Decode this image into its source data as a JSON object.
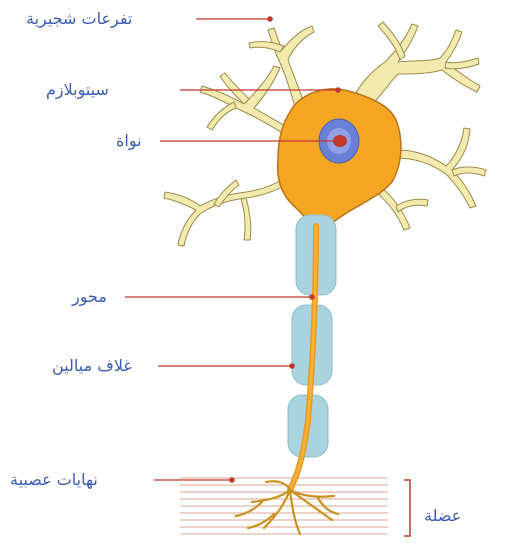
{
  "labels": {
    "dendrites": "تفرعات شجيرية",
    "cytoplasm": "سيتوبلازم",
    "nucleus": "نواة",
    "axon": "محور",
    "myelin_sheath": "غلاف ميالين",
    "nerve_endings": "نهايات عصبية",
    "muscle": "عضلة"
  },
  "colors": {
    "label_text": "#3b5bb5",
    "leader_line": "#c0392b",
    "cell_body": "#f6a623",
    "cell_outline": "#b8741a",
    "dendrite_fill": "#f3eab0",
    "nucleus_outer": "#6a7fd6",
    "nucleolus": "#c0392b",
    "myelin": "#a9d3de",
    "muscle_lines": "#e4b8a8"
  }
}
